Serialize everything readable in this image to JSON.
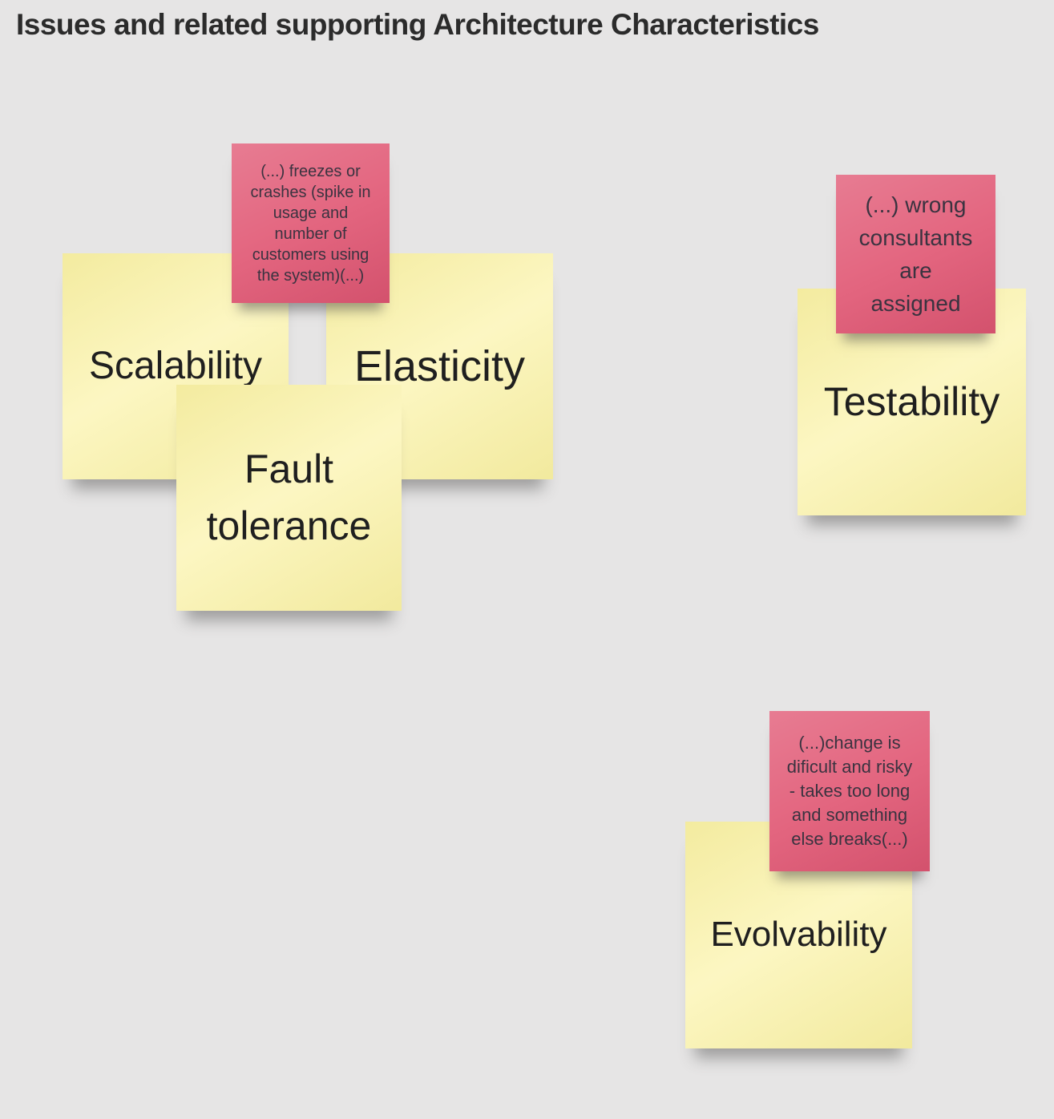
{
  "title": "Issues and related supporting Architecture Characteristics",
  "colors": {
    "background": "#e6e5e5",
    "yellow_note": "#fbf3a8",
    "pink_note": "#e25f7a",
    "title_text": "#2b2b2b",
    "yellow_note_text": "#1f1f1f",
    "pink_note_text": "#3a3340"
  },
  "characteristics": [
    {
      "label": "Scalability"
    },
    {
      "label": "Elasticity"
    },
    {
      "label": "Fault tolerance"
    },
    {
      "label": "Testability"
    },
    {
      "label": "Evolvability"
    }
  ],
  "issues": [
    {
      "text": "(...) freezes or\ncrashes (spike in\nusage and\nnumber of\ncustomers using\nthe system)(...)"
    },
    {
      "text": "(...) wrong\nconsultants\nare\nassigned"
    },
    {
      "text": "(...)change is\ndificult and risky\n- takes too long\nand something\nelse breaks(...)"
    }
  ]
}
